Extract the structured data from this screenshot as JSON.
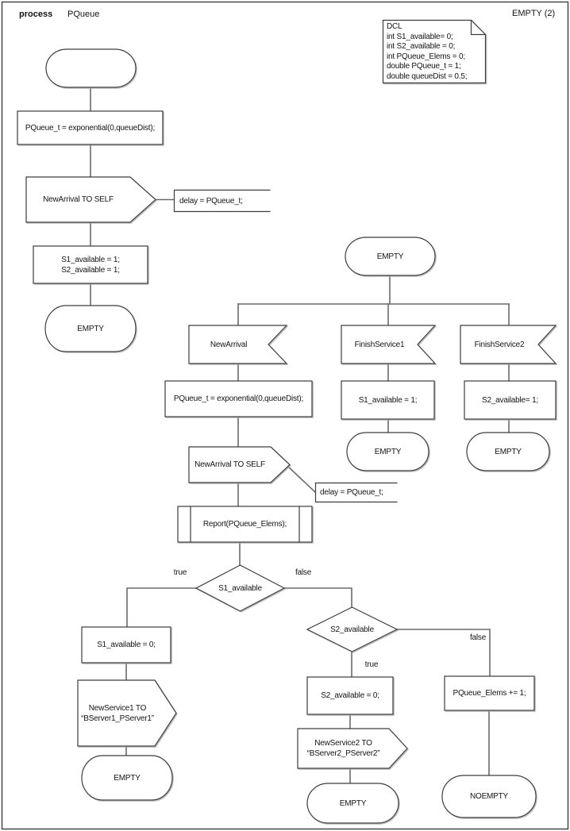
{
  "header": {
    "keyword": "process",
    "process_name": "PQueue",
    "page_label": "EMPTY (2)"
  },
  "dcl": {
    "text": "DCL\nint S1_available= 0;\nint S2_available = 0;\nint PQueue_Elems = 0;\ndouble PQueue_t = 1;\ndouble queueDist = 0.5;"
  },
  "start_flow": {
    "task_exponential": "PQueue_t = exponential(0,queueDist);",
    "send_newarrival": "NewArrival TO SELF",
    "comment_delay": "delay = PQueue_t;",
    "task_init": "S1_available = 1;\nS2_available = 1;",
    "state_empty": "EMPTY"
  },
  "main_flow": {
    "state_top": "EMPTY",
    "input_newarrival": "NewArrival",
    "input_finishservice1": "FinishService1",
    "input_finishservice2": "FinishService2",
    "task_exponential": "PQueue_t = exponential(0,queueDist);",
    "send_newarrival": "NewArrival TO SELF",
    "comment_delay": "delay = PQueue_t;",
    "proc_report": "Report(PQueue_Elems);",
    "decision_s1": "S1_available",
    "label_s1_true": "true",
    "label_s1_false": "false",
    "task_s1_zero": "S1_available = 0;",
    "send_newservice1": "NewService1 TO\n“BServer1_PServer1”",
    "state_empty_s1": "EMPTY",
    "decision_s2": "S2_available",
    "label_s2_true": "true",
    "label_s2_false": "false",
    "task_s2_zero": "S2_available = 0;",
    "send_newservice2": "NewService2 TO\n“BServer2_PServer2”",
    "state_empty_s2": "EMPTY",
    "task_pqueue_elems": "PQueue_Elems += 1;",
    "state_noempty": "NOEMPTY",
    "task_s1_one": "S1_available = 1;",
    "state_empty_fs1": "EMPTY",
    "task_s2_one": "S2_available= 1;",
    "state_empty_fs2": "EMPTY"
  },
  "colors": {
    "ink": "#3d3d3d",
    "connector": "#6a6a6a",
    "background": "#ffffff"
  }
}
